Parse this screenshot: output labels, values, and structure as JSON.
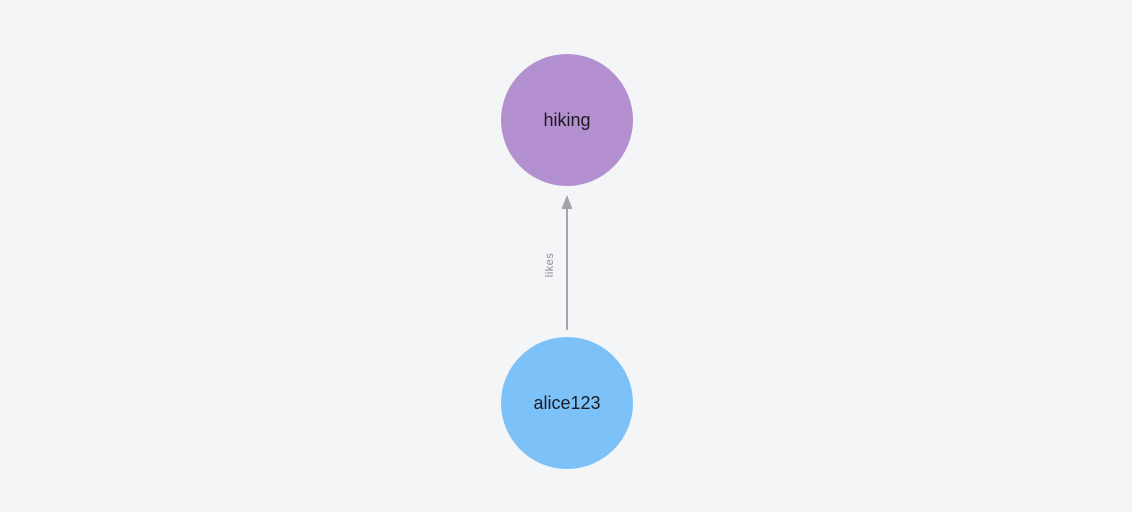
{
  "canvas": {
    "background": "#f4f5f7",
    "width": "1132",
    "height": "512"
  },
  "graph": {
    "type": "directed-graph",
    "nodes": [
      {
        "id": "hiking",
        "label": "hiking",
        "fill": "#b590d0",
        "text_color": "#1c1c21"
      },
      {
        "id": "alice123",
        "label": "alice123",
        "fill": "#7cc1f8",
        "text_color": "#1c1c21"
      }
    ],
    "edge": {
      "from": "alice123",
      "to": "hiking",
      "label": "likes",
      "color": "#a3a3ab",
      "label_color": "#8d8d95"
    }
  }
}
